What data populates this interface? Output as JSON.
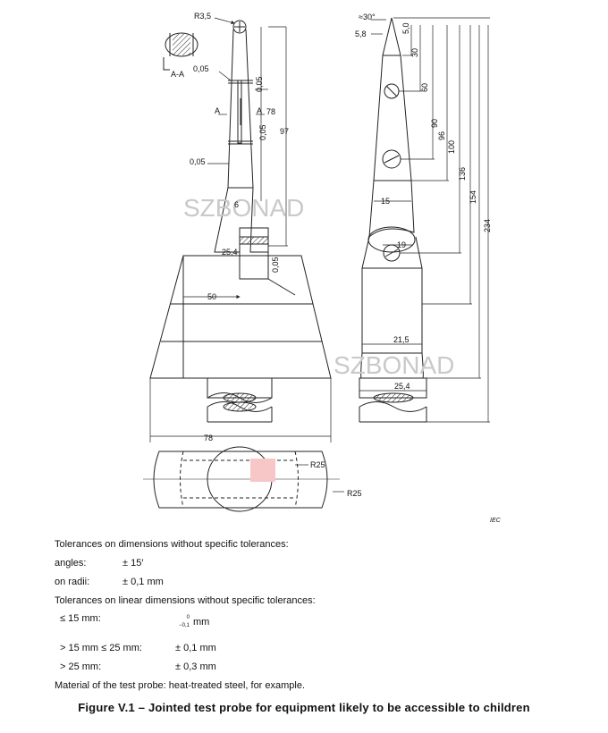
{
  "drawing": {
    "left_view": {
      "radius_tip": "R3,5",
      "section_label": "A-A",
      "gap1": "0,05",
      "gap2": "0,05",
      "gap3": "0,05",
      "gap4": "0,05",
      "gap5": "0,05",
      "section_mark_left": "A",
      "section_mark_right": "A",
      "dim_78": "78",
      "dim_97": "97",
      "dim_6": "6",
      "dim_25_4": "25,4",
      "dim_50": "50",
      "dim_78_bottom": "78",
      "r25_a": "R25",
      "r25_b": "R25"
    },
    "right_view": {
      "angle": "≈30°",
      "dim_5_8": "5,8",
      "dim_5_0": "5,0",
      "dim_30": "30",
      "dim_60": "60",
      "dim_90": "90",
      "dim_96": "96",
      "dim_100": "100",
      "dim_136": "136",
      "dim_154": "154",
      "dim_234": "234",
      "dim_15": "15",
      "dim_19": "19",
      "dim_21_5": "21,5",
      "dim_25_4": "25,4"
    },
    "watermark": "SZBONAD",
    "source": "IEC"
  },
  "tolerances": {
    "heading": "Tolerances on dimensions without specific tolerances:",
    "angles_label": "angles:",
    "angles_value": "± 15′",
    "radii_label": "on radii:",
    "radii_value": "± 0,1 mm",
    "linear_heading": "Tolerances on linear dimensions without specific tolerances:",
    "row1_label": "≤ 15 mm:",
    "row1_upper": "0",
    "row1_lower": "−0,1",
    "row1_unit": "mm",
    "row2_label": "> 15 mm ≤ 25 mm:",
    "row2_value": "± 0,1 mm",
    "row3_label": "> 25 mm:",
    "row3_value": "± 0,3 mm",
    "material": "Material of the test probe: heat-treated steel, for example."
  },
  "caption": "Figure V.1 – Jointed test probe for equipment likely to be accessible to children"
}
